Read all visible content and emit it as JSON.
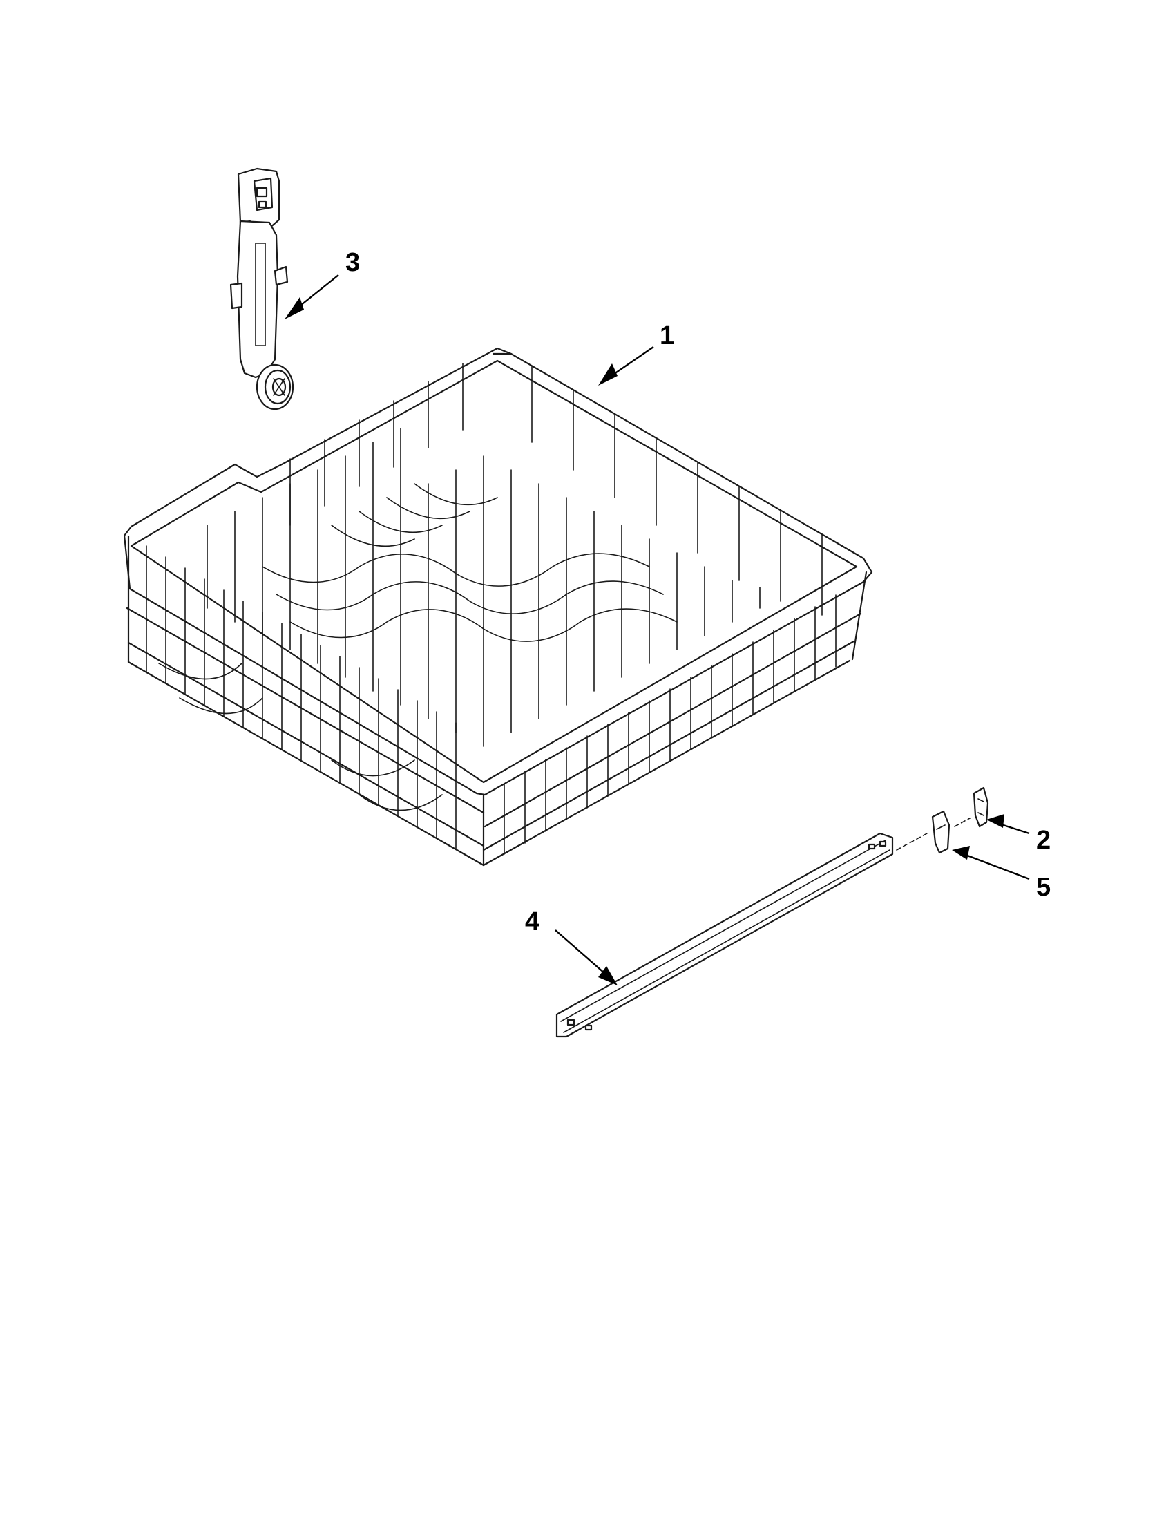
{
  "diagram": {
    "callouts": [
      {
        "id": "1",
        "label": "1",
        "part": "upper-dishrack"
      },
      {
        "id": "2",
        "label": "2",
        "part": "track-clip"
      },
      {
        "id": "3",
        "label": "3",
        "part": "rack-adjuster"
      },
      {
        "id": "4",
        "label": "4",
        "part": "rack-track-rail"
      },
      {
        "id": "5",
        "label": "5",
        "part": "track-stop"
      }
    ]
  }
}
